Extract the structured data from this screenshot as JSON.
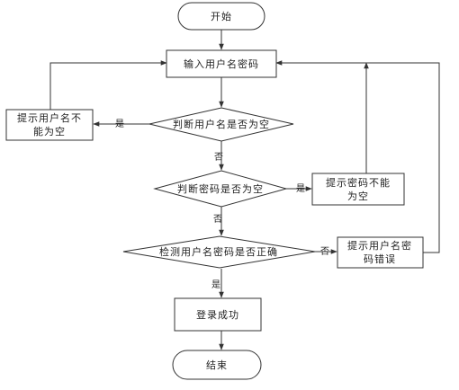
{
  "diagram": {
    "nodes": {
      "start": "开始",
      "input": "输入用户名密码",
      "check_user_empty": "判断用户名是否为空",
      "prompt_user_empty_line1": "提示用户名不",
      "prompt_user_empty_line2": "能为空",
      "check_pwd_empty": "判断密码是否为空",
      "prompt_pwd_empty_line1": "提示密码不能",
      "prompt_pwd_empty_line2": "为空",
      "check_correct": "检测用户名密码是否正确",
      "prompt_error_line1": "提示用户名密",
      "prompt_error_line2": "码错误",
      "login_success": "登录成功",
      "end": "结束"
    },
    "edge_labels": {
      "user_empty_yes": "是",
      "user_empty_no": "否",
      "pwd_empty_yes": "是",
      "pwd_empty_no": "否",
      "correct_no": "否",
      "correct_yes": "是"
    }
  }
}
